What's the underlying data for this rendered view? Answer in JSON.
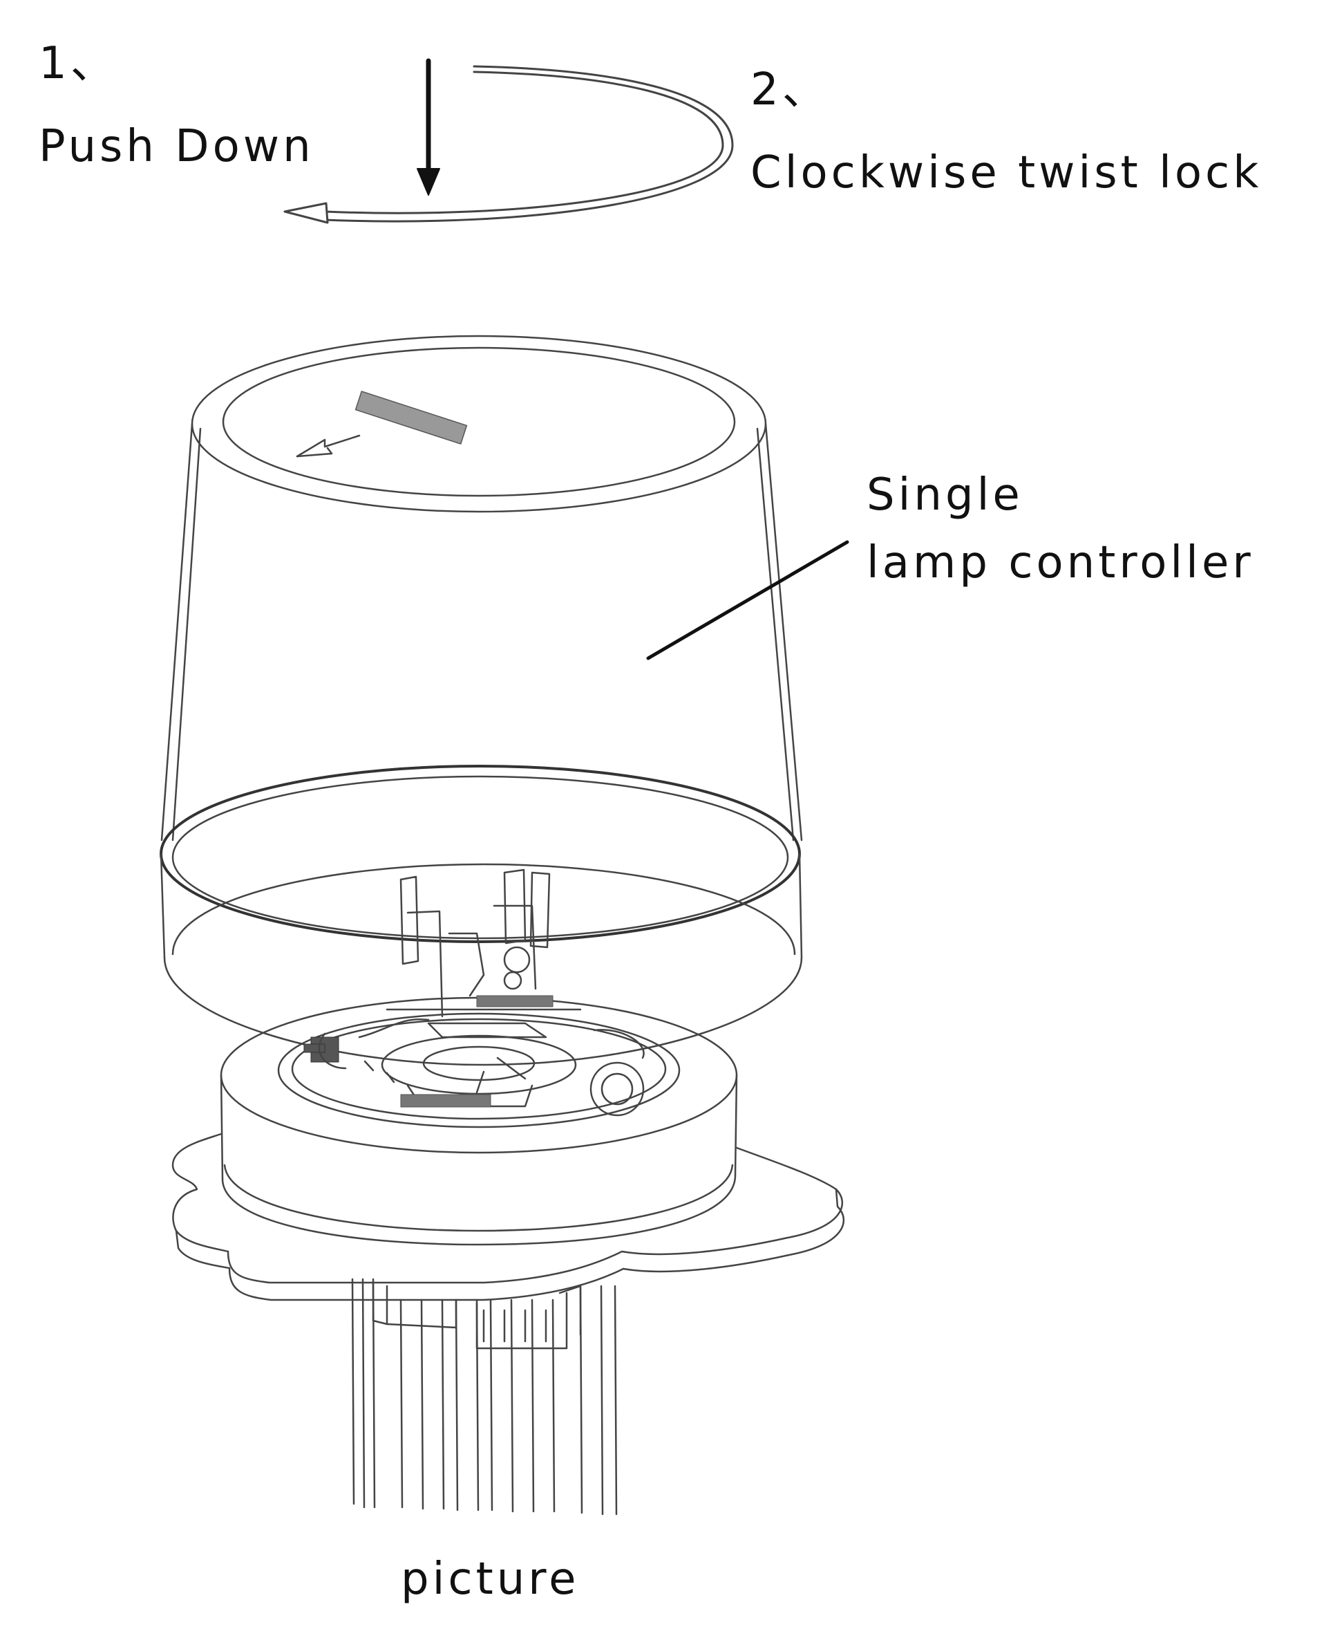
{
  "steps": [
    {
      "number": "1、",
      "text": "Push Down"
    },
    {
      "number": "2、",
      "text": "Clockwise twist lock"
    }
  ],
  "callout": {
    "line1": "Single",
    "line2": "lamp controller"
  },
  "caption": "picture",
  "colors": {
    "ink": "#111111",
    "line": "#444444",
    "background": "#ffffff"
  },
  "icons": {
    "push": "down-arrow-icon",
    "twist": "clockwise-arrow-icon"
  }
}
